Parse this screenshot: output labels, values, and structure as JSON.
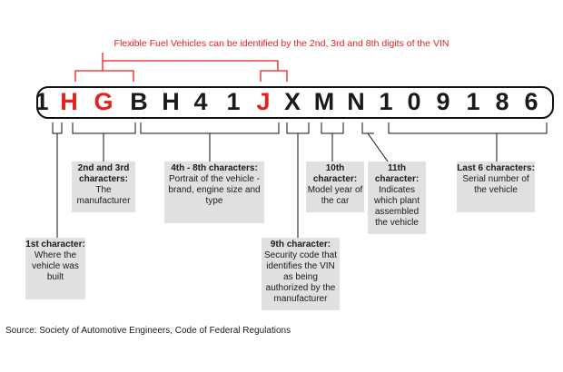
{
  "top_note": "Flexible Fuel Vehicles can be identified by the 2nd, 3rd and 8th digits of the VIN",
  "vin": [
    {
      "char": "1",
      "color": "#1a1a1a"
    },
    {
      "char": "H",
      "color": "#e8201c"
    },
    {
      "char": "G",
      "color": "#e8201c"
    },
    {
      "char": "B",
      "color": "#1a1a1a"
    },
    {
      "char": "H",
      "color": "#1a1a1a"
    },
    {
      "char": "4",
      "color": "#1a1a1a"
    },
    {
      "char": "1",
      "color": "#1a1a1a"
    },
    {
      "char": "J",
      "color": "#e8201c"
    },
    {
      "char": "X",
      "color": "#1a1a1a"
    },
    {
      "char": "M",
      "color": "#1a1a1a"
    },
    {
      "char": "N",
      "color": "#1a1a1a"
    },
    {
      "char": "1",
      "color": "#1a1a1a"
    },
    {
      "char": "0",
      "color": "#1a1a1a"
    },
    {
      "char": "9",
      "color": "#1a1a1a"
    },
    {
      "char": "1",
      "color": "#1a1a1a"
    },
    {
      "char": "8",
      "color": "#1a1a1a"
    },
    {
      "char": "6",
      "color": "#1a1a1a"
    }
  ],
  "boxes": {
    "first": {
      "head": "1st character:",
      "body": "Where the vehicle was built"
    },
    "manufacturer": {
      "head": "2nd and 3rd characters:",
      "body": "The manufacturer"
    },
    "portrait": {
      "head": "4th - 8th characters:",
      "body": "Portrait of the vehicle - brand, engine size and type"
    },
    "security": {
      "head": "9th character:",
      "body": "Security code that identifies the VIN as being authorized by the manufacturer"
    },
    "model_year": {
      "head": "10th character:",
      "body": "Model year of the car"
    },
    "plant": {
      "head": "11th character:",
      "body": "Indicates which plant assembled the vehicle"
    },
    "serial": {
      "head": "Last 6 characters:",
      "body": "Serial number of the vehicle"
    }
  },
  "source": "Source:  Society of Automotive Engineers, Code of Federal Regulations",
  "colors": {
    "accent_red": "#e8201c",
    "box_grey": "#e0e0e0",
    "line": "#111111"
  }
}
